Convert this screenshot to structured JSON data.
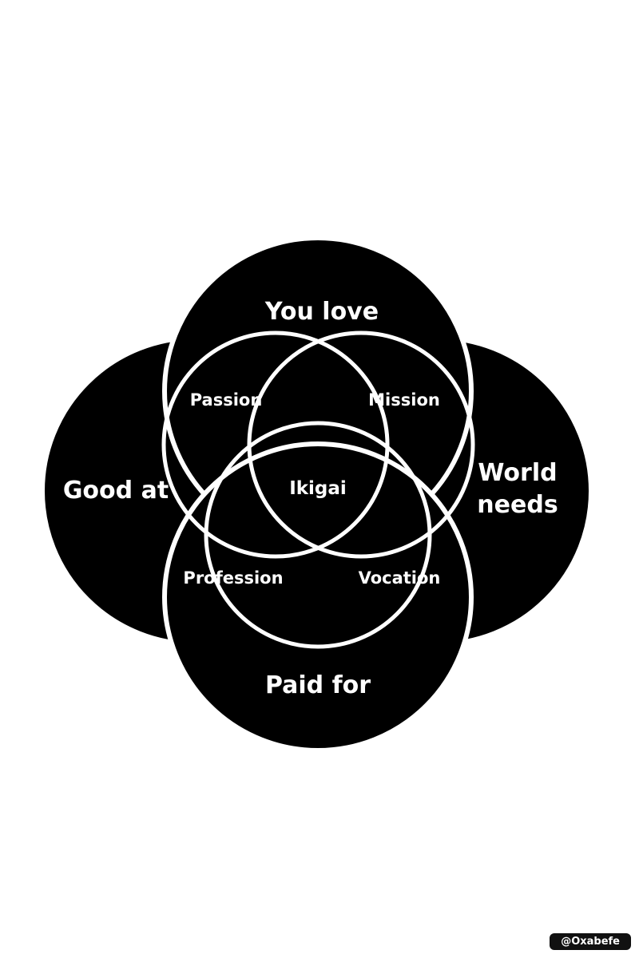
{
  "diagram": {
    "circles": {
      "top": "You love",
      "left": "Good at",
      "right_line1": "World",
      "right_line2": "needs",
      "bottom": "Paid for"
    },
    "overlaps": {
      "top_left": "Passion",
      "top_right": "Mission",
      "bottom_left": "Profession",
      "bottom_right": "Vocation",
      "center": "Ikigai"
    }
  },
  "watermark": "@Oxabefe",
  "colors": {
    "fill": "#000000",
    "stroke": "#ffffff",
    "background": "#ffffff"
  }
}
